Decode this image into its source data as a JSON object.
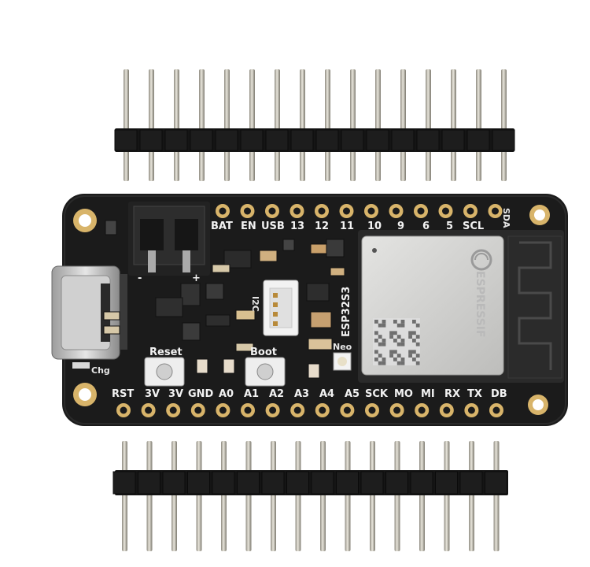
{
  "board": {
    "top_labels": [
      "BAT",
      "EN",
      "USB",
      "13",
      "12",
      "11",
      "10",
      "9",
      "6",
      "5",
      "SCL",
      "SDA"
    ],
    "bottom_labels": [
      "RST",
      "3V",
      "3V",
      "GND",
      "A0",
      "A1",
      "A2",
      "A3",
      "A4",
      "A5",
      "SCK",
      "MO",
      "MI",
      "RX",
      "TX",
      "DB"
    ],
    "reset_label": "Reset",
    "boot_label": "Boot",
    "i2c_label": "I2C",
    "chip_label": "ESP32S3",
    "neo_label": "Neo",
    "chg_label": "Chg",
    "module_brand": "ESPRESSIF",
    "battery_polarity": [
      "-",
      "+"
    ]
  },
  "colors": {
    "pcb": "#1b1b1b",
    "pad_gold": "#d8b46a",
    "header_plastic": "#161616",
    "pin_metal": "#c8c4b8",
    "module_shield": "#d4d4d2",
    "silkscreen": "#f2f2f2"
  }
}
